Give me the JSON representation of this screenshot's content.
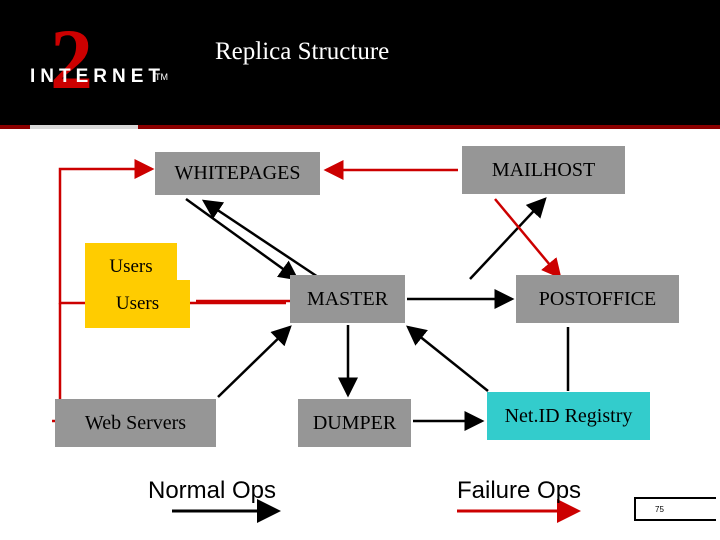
{
  "header": {
    "title": "Replica Structure",
    "logo": {
      "numeral": "2",
      "word": "INTERNET",
      "tm": "TM"
    }
  },
  "diagram": {
    "nodes": [
      {
        "id": "whitepages",
        "label": "WHITEPAGES",
        "color": "#969696"
      },
      {
        "id": "mailhost",
        "label": "MAILHOST",
        "color": "#969696"
      },
      {
        "id": "users1",
        "label": "Users",
        "color": "#ffcc00"
      },
      {
        "id": "users2",
        "label": "Users",
        "color": "#ffcc00"
      },
      {
        "id": "master",
        "label": "MASTER",
        "color": "#969696"
      },
      {
        "id": "postoffice",
        "label": "POSTOFFICE",
        "color": "#969696"
      },
      {
        "id": "webservers",
        "label": "Web Servers",
        "color": "#969696"
      },
      {
        "id": "dumper",
        "label": "DUMPER",
        "color": "#969696"
      },
      {
        "id": "netid",
        "label": "Net.ID Registry",
        "color": "#33cccc"
      }
    ],
    "legend": [
      {
        "id": "normal",
        "label": "Normal Ops",
        "color": "#000000"
      },
      {
        "id": "failure",
        "label": "Failure Ops",
        "color": "#cc0000"
      }
    ],
    "colors": {
      "normal_flow": "#000000",
      "failure_flow": "#cc0000",
      "gray_box": "#969696",
      "gold_box": "#ffcc00",
      "cyan_box": "#33cccc",
      "header_bg": "#000000",
      "header_rule": "#8b0000"
    }
  },
  "footer": {
    "page_number": "75"
  }
}
